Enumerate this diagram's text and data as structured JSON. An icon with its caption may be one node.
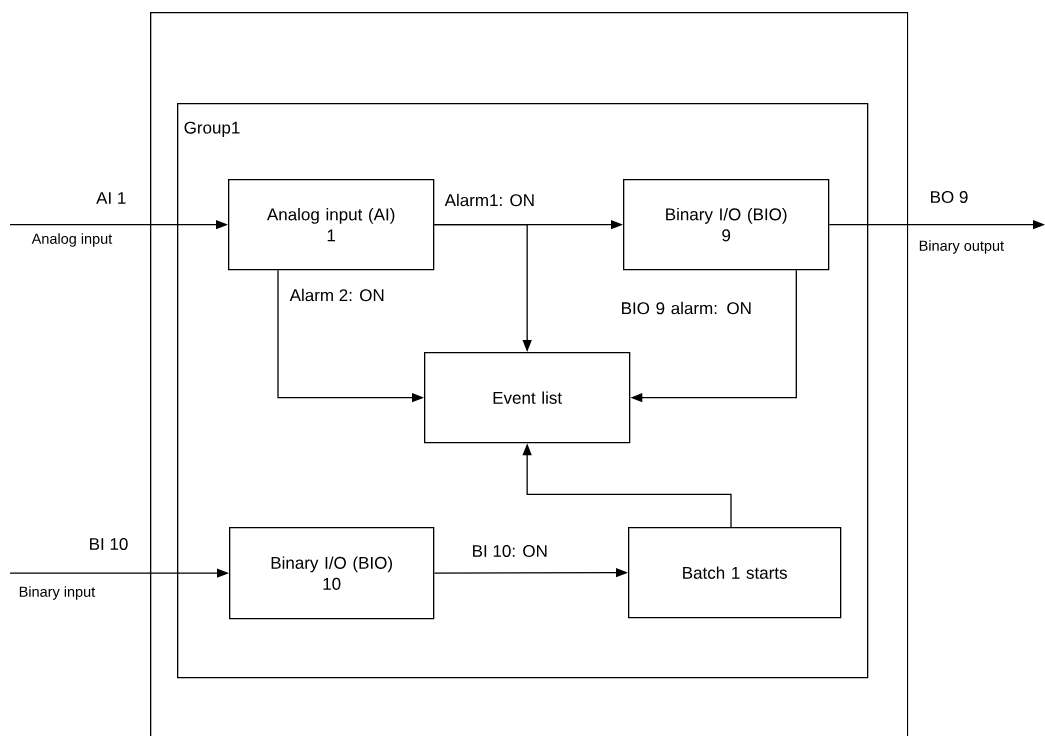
{
  "diagram": {
    "nodes": [
      {
        "text": [],
        "shape": "box"
      },
      {
        "text": [
          "Group1"
        ],
        "in": 0
      },
      {
        "text": [
          "Analog input (AI) 1"
        ],
        "in": 1
      },
      {
        "text": [
          "Binary I/O (BIO) 9"
        ],
        "in": 1
      },
      {
        "text": [
          "Event list"
        ],
        "in": 1
      },
      {
        "text": [
          "Binary I/O (BIO) 10"
        ],
        "in": 1
      },
      {
        "text": [
          "Batch 1 starts"
        ],
        "in": 1
      }
    ],
    "edges": [
      {
        "from": null,
        "to": 2,
        "arrow": "to",
        "label": "AI 1"
      },
      {
        "from": 2,
        "to": 3,
        "arrow": "to",
        "label": "Alarm1: ON"
      },
      {
        "from": 3,
        "to": null,
        "arrow": "to",
        "label": "BO 9"
      },
      {
        "from": 2,
        "to": 4,
        "arrow": "to"
      },
      {
        "from": 2,
        "to": 4,
        "arrow": "to",
        "label": "Alarm 2: ON"
      },
      {
        "from": 3,
        "to": 4,
        "arrow": "to",
        "label": "BIO 9 alarm: ON"
      },
      {
        "from": null,
        "to": 5,
        "arrow": "to",
        "label": "BI 10"
      },
      {
        "from": 5,
        "to": 6,
        "arrow": "to",
        "label": "BI 10: ON"
      },
      {
        "from": 6,
        "to": 4,
        "arrow": "to"
      }
    ],
    "labels": [
      "Analog input",
      "Binary output",
      "Binary input"
    ]
  }
}
